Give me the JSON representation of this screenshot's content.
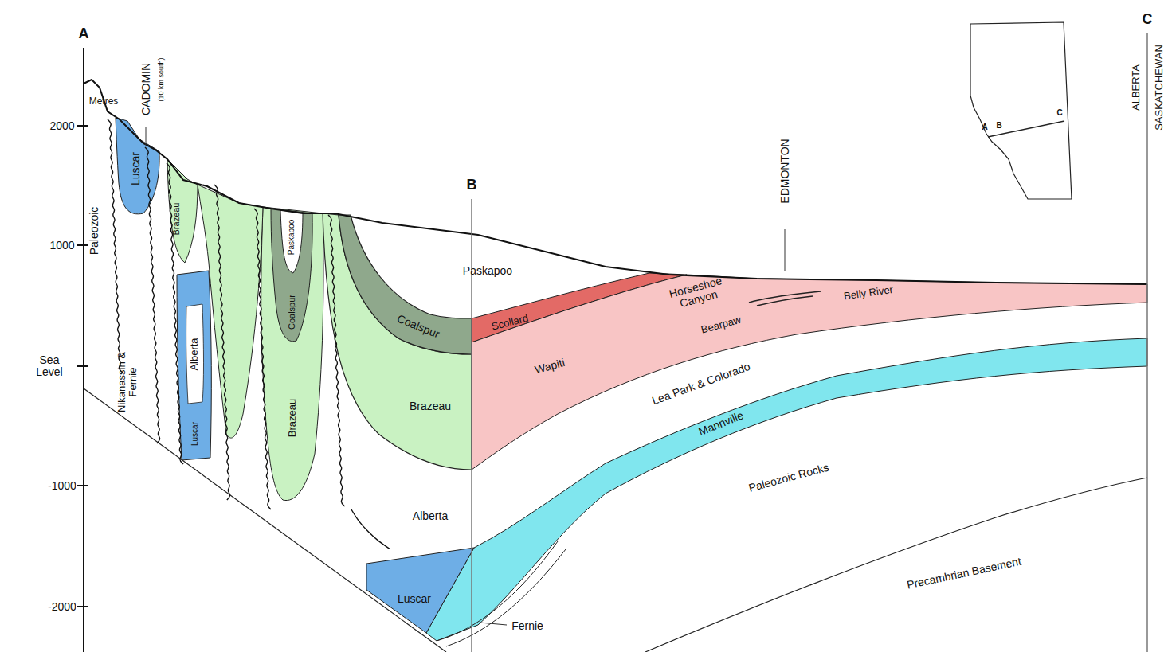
{
  "diagram": {
    "labels": [
      "A",
      "CADOMIN",
      "(10 km south)",
      "Metres",
      "2000",
      "1000",
      "Sea Level",
      "-1000",
      "-2000",
      "Paleozoic",
      "Luscar",
      "Nikanassin & Fernie",
      "Brazeau",
      "Alberta",
      "Luscar",
      "Brazeau",
      "Paskapoo",
      "Coalspur",
      "B",
      "Paskapoo",
      "Coalspur",
      "Scollard",
      "Brazeau",
      "Alberta",
      "Luscar",
      "Fernie",
      "Wapiti",
      "Horseshoe Canyon",
      "Bearpaw",
      "Belly River",
      "Lea Park & Colorado",
      "Mannville",
      "Paleozoic Rocks",
      "Precambrian Basement",
      "EDMONTON",
      "A",
      "B",
      "C",
      "C",
      "ALBERTA",
      "SASKATCHEWAN"
    ]
  }
}
